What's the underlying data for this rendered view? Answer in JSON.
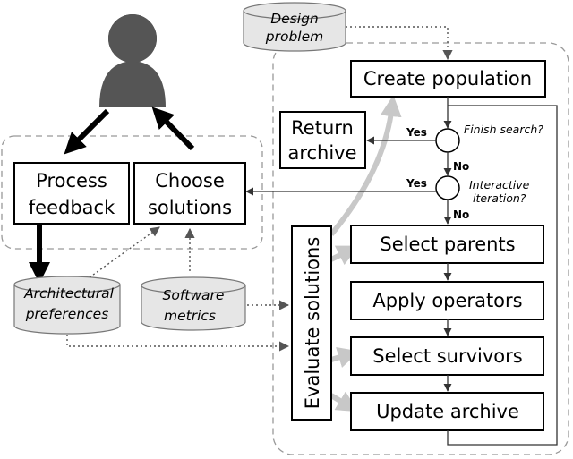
{
  "nodes": {
    "design_problem": [
      "Design",
      "problem"
    ],
    "create_population": "Create population",
    "return_archive": [
      "Return",
      "archive"
    ],
    "process_feedback": [
      "Process",
      "feedback"
    ],
    "choose_solutions": [
      "Choose",
      "solutions"
    ],
    "evaluate_solutions": "Evaluate solutions",
    "select_parents": "Select parents",
    "apply_operators": "Apply operators",
    "select_survivors": "Select survivors",
    "update_archive": "Update archive",
    "architectural_preferences": [
      "Architectural",
      "preferences"
    ],
    "software_metrics": [
      "Software",
      "metrics"
    ]
  },
  "decisions": {
    "finish_search": "Finish search?",
    "interactive_iteration": [
      "Interactive",
      "iteration?"
    ]
  },
  "labels": {
    "yes_1": "Yes",
    "no_1": "No",
    "yes_2": "Yes",
    "no_2": "No"
  },
  "colors": {
    "user_icon": "#555555",
    "dashed_region": "#999999",
    "cylinder_fill": "#e6e6e6",
    "feedback_arrow": "#c8c8c8"
  }
}
